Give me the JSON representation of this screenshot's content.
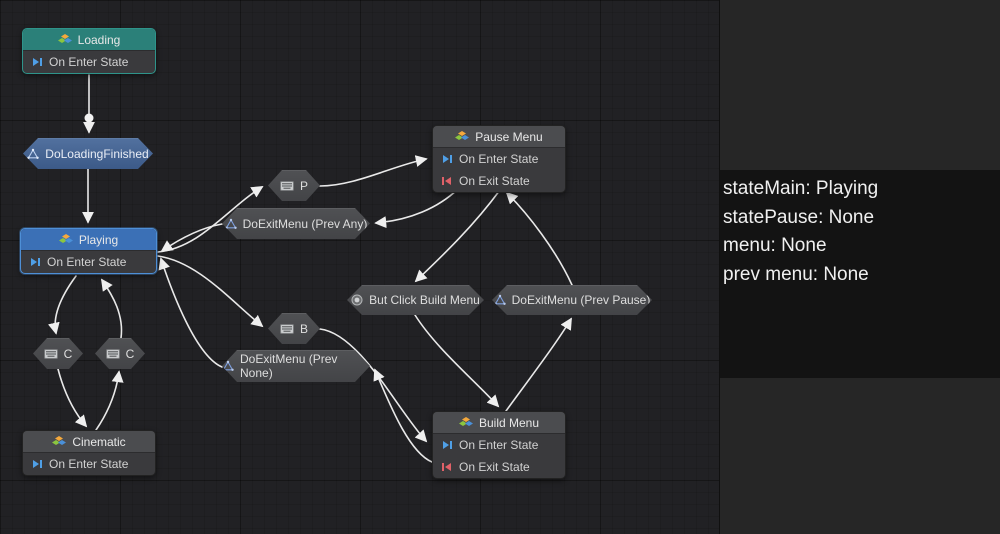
{
  "graph": {
    "nodes": {
      "loading": {
        "title": "Loading",
        "enter": "On Enter State"
      },
      "playing": {
        "title": "Playing",
        "enter": "On Enter State"
      },
      "cinematic": {
        "title": "Cinematic",
        "enter": "On Enter State"
      },
      "pause_menu": {
        "title": "Pause Menu",
        "enter": "On Enter State",
        "exit": "On Exit State"
      },
      "build_menu": {
        "title": "Build Menu",
        "enter": "On Enter State",
        "exit": "On Exit State"
      }
    },
    "transitions": {
      "do_loading_finished": {
        "label": "DoLoadingFinished"
      },
      "key_p": {
        "label": "P"
      },
      "key_b": {
        "label": "B"
      },
      "key_c_left": {
        "label": "C"
      },
      "key_c_right": {
        "label": "C"
      },
      "do_exit_menu_prev_any": {
        "label": "DoExitMenu (Prev Any)"
      },
      "do_exit_menu_prev_pause": {
        "label": "DoExitMenu (Prev Pause)"
      },
      "do_exit_menu_prev_none": {
        "label": "DoExitMenu (Prev None)"
      },
      "but_click_build_menu": {
        "label": "But Click Build Menu"
      }
    },
    "icons": {
      "state_header": "state-graph-icon",
      "enter": "enter-state-icon",
      "exit": "exit-state-icon",
      "script": "script-graph-icon",
      "keyboard": "keyboard-icon",
      "button": "ui-button-icon"
    },
    "colors": {
      "loading_header": "#2b8079",
      "playing_header": "#3b70b6",
      "gray_header": "#4b4c4f",
      "blue_hex": "#3c5a88",
      "wire": "#e9e9e9",
      "enter_icon": "#4f9fe6",
      "exit_icon": "#e06168"
    }
  },
  "debug_overlay": {
    "lines": [
      "stateMain: Playing",
      "statePause: None",
      "menu: None",
      "prev menu: None"
    ]
  }
}
